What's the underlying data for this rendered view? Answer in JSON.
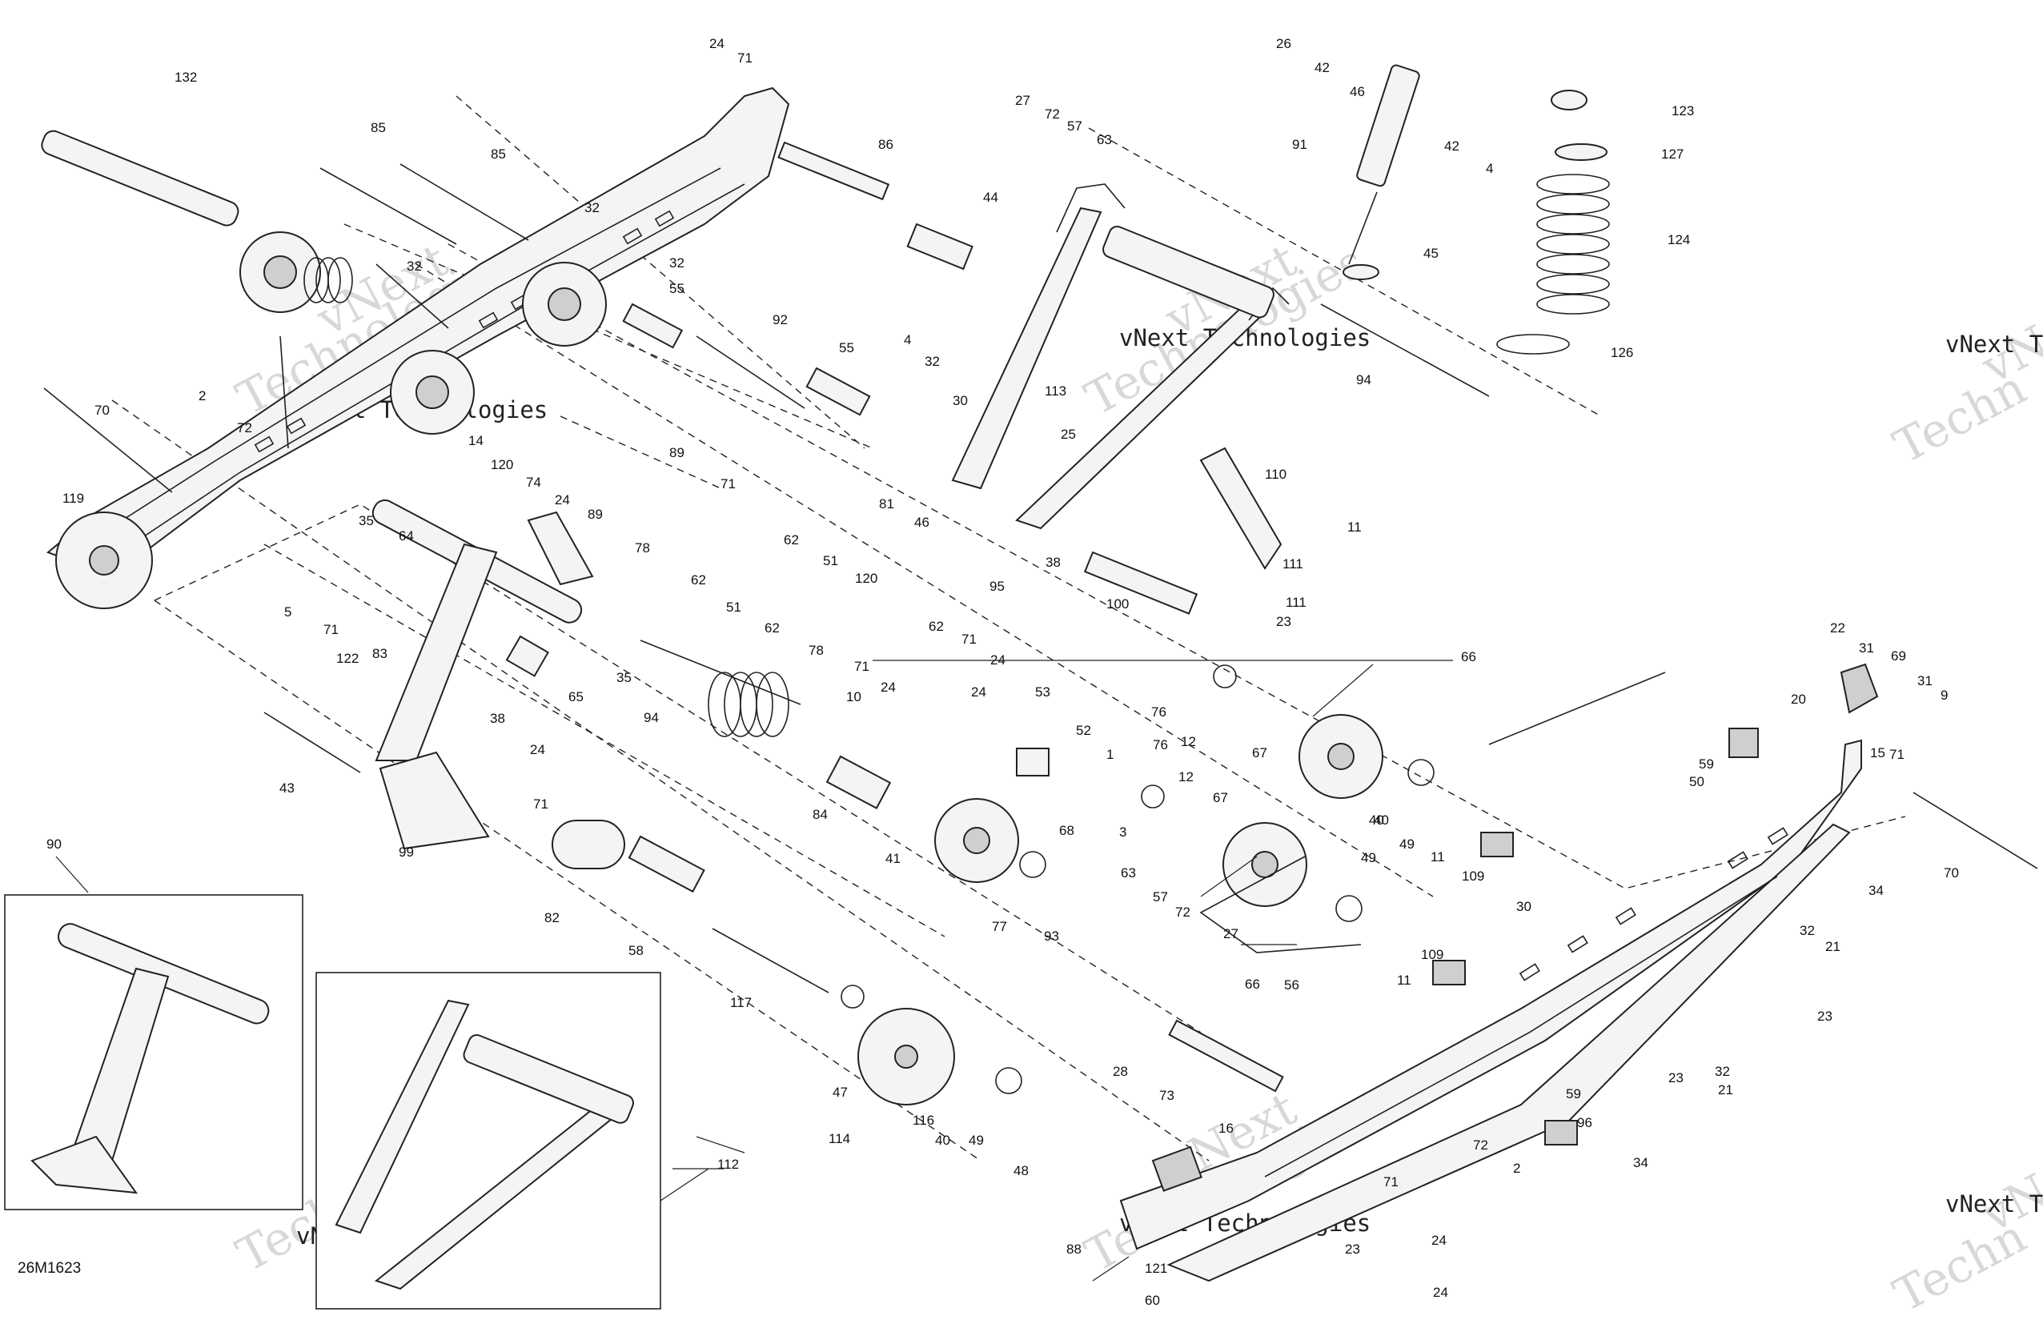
{
  "drawing_id": "26M1623",
  "watermark": {
    "line1": "vNext",
    "line2": "Technologies",
    "short": "vNext Technologies",
    "edge_line1": "vNe",
    "edge_line2": "Techn"
  },
  "part_labels": [
    "132",
    "85",
    "85",
    "32",
    "32",
    "32",
    "24",
    "71",
    "86",
    "27",
    "72",
    "57",
    "63",
    "44",
    "26",
    "42",
    "46",
    "91",
    "42",
    "4",
    "45",
    "123",
    "127",
    "124",
    "126",
    "94",
    "55",
    "92",
    "55",
    "4",
    "32",
    "30",
    "113",
    "25",
    "110",
    "11",
    "111",
    "111",
    "23",
    "100",
    "2",
    "70",
    "72",
    "119",
    "14",
    "120",
    "74",
    "24",
    "35",
    "64",
    "89",
    "89",
    "71",
    "78",
    "62",
    "62",
    "51",
    "51",
    "62",
    "81",
    "46",
    "120",
    "95",
    "38",
    "62",
    "78",
    "71",
    "24",
    "71",
    "24",
    "5",
    "71",
    "122",
    "83",
    "65",
    "35",
    "94",
    "10",
    "24",
    "53",
    "52",
    "1",
    "43",
    "38",
    "24",
    "99",
    "71",
    "84",
    "41",
    "66",
    "76",
    "12",
    "67",
    "76",
    "12",
    "67",
    "40",
    "49",
    "11",
    "109",
    "63",
    "57",
    "72",
    "27",
    "3",
    "68",
    "77",
    "93",
    "82",
    "58",
    "117",
    "47",
    "114",
    "116",
    "40",
    "49",
    "48",
    "28",
    "73",
    "16",
    "90",
    "112",
    "56",
    "40",
    "49",
    "66",
    "11",
    "109",
    "22",
    "31",
    "69",
    "31",
    "9",
    "20",
    "59",
    "50",
    "15",
    "71",
    "70",
    "34",
    "30",
    "32",
    "21",
    "23",
    "23",
    "32",
    "21",
    "59",
    "96",
    "34",
    "72",
    "2",
    "71",
    "24",
    "23",
    "88",
    "121",
    "60",
    "24"
  ]
}
